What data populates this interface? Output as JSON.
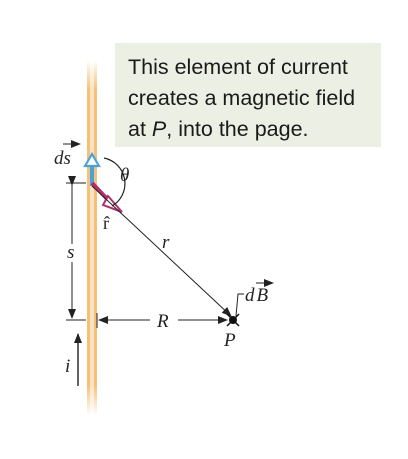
{
  "callout": {
    "line1": "This element of current",
    "line2": "creates a magnetic field",
    "line3_pre": "at ",
    "line3_point": "P",
    "line3_post": ", into the page."
  },
  "labels": {
    "ds": "ds",
    "theta": "θ",
    "r_hat": "r̂",
    "r": "r",
    "s": "s",
    "R": "R",
    "dB": "dB",
    "P": "P",
    "i": "i"
  },
  "colors": {
    "wire": "#f6c98a",
    "wire_edge": "#f0b060",
    "ds_arrow": "#4aa3d8",
    "r_hat_arrow": "#b0306e",
    "callout_bg": "#ecefe4"
  }
}
